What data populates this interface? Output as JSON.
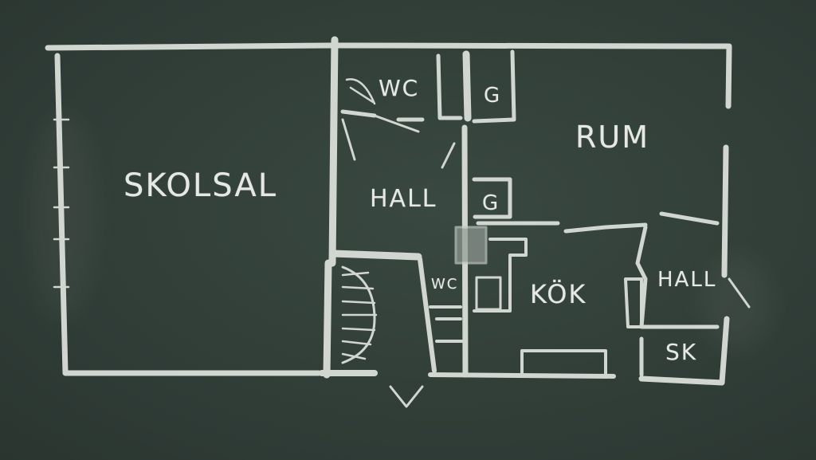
{
  "board": {
    "background_color": "#2e3a35",
    "chalk_color": "#e6e8e4"
  },
  "rooms": {
    "skolsal": "SKOLSAL",
    "wc_top": "WC",
    "g_top": "G",
    "rum": "RUM",
    "hall_main": "HALL",
    "g_mid": "G",
    "wc_small": "WC",
    "kok": "KÖK",
    "hall_right": "HALL",
    "sk": "SK"
  }
}
